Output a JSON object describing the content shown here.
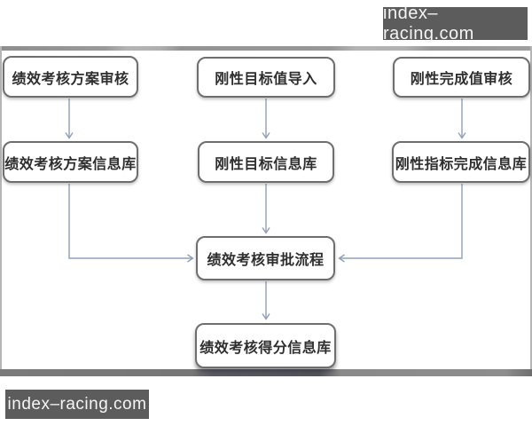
{
  "watermark": {
    "text": "index–racing.com"
  },
  "diagram": {
    "nodes": [
      {
        "id": "plan-review",
        "label": "绩效考核方案审核"
      },
      {
        "id": "target-import",
        "label": "刚性目标值导入"
      },
      {
        "id": "completion-review",
        "label": "刚性完成值审核"
      },
      {
        "id": "plan-info-db",
        "label": "绩效考核方案信息库"
      },
      {
        "id": "target-info-db",
        "label": "刚性目标信息库"
      },
      {
        "id": "completion-info-db",
        "label": "刚性指标完成信息库"
      },
      {
        "id": "approval-process",
        "label": "绩效考核审批流程"
      },
      {
        "id": "score-info-db",
        "label": "绩效考核得分信息库"
      }
    ],
    "edges": [
      {
        "from": "plan-review",
        "to": "plan-info-db"
      },
      {
        "from": "target-import",
        "to": "target-info-db"
      },
      {
        "from": "completion-review",
        "to": "completion-info-db"
      },
      {
        "from": "plan-info-db",
        "to": "approval-process"
      },
      {
        "from": "target-info-db",
        "to": "approval-process"
      },
      {
        "from": "completion-info-db",
        "to": "approval-process"
      },
      {
        "from": "approval-process",
        "to": "score-info-db"
      }
    ],
    "colors": {
      "arrow": "#8FA0B8",
      "box_border": "#6E6E6E",
      "box_fill": "#FFFFFF",
      "text": "#2E2E2E",
      "frame_border": "#9B9B9B",
      "watermark_bg": "#5C5C5C",
      "watermark_text": "#F5F5F5"
    }
  }
}
